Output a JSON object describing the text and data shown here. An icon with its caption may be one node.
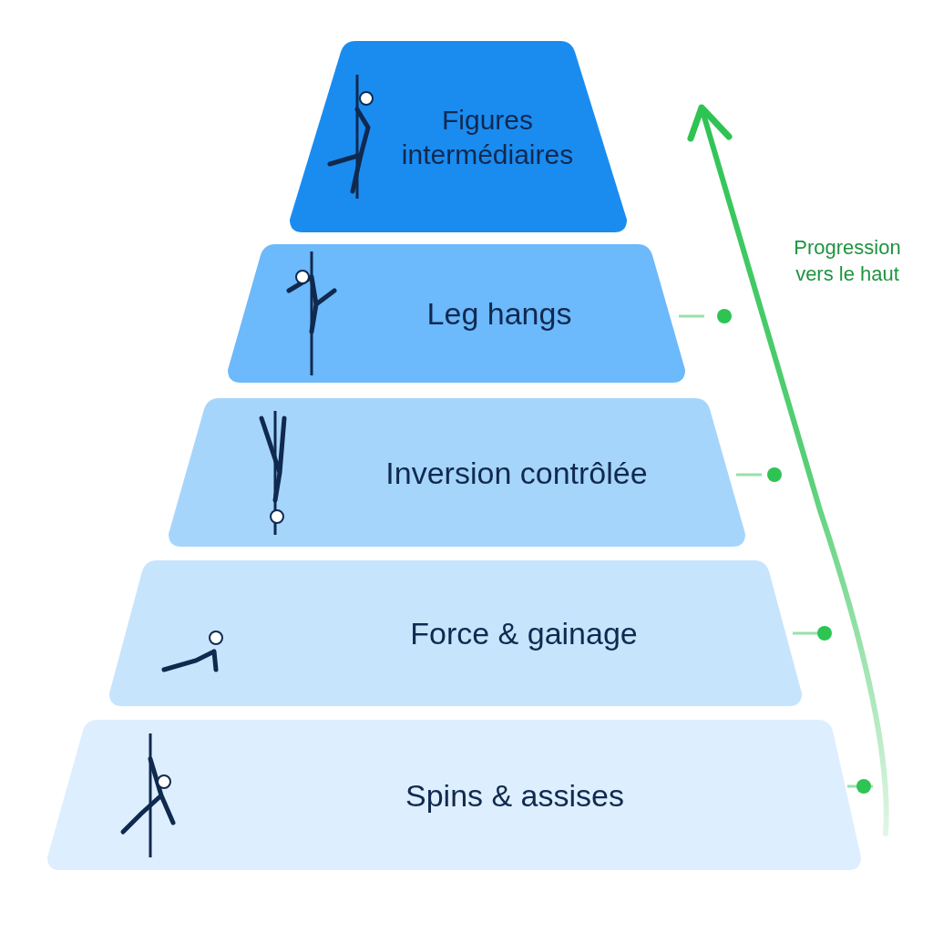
{
  "diagram": {
    "nodes": [
      {
        "text": [
          "Figures intermédiaires"
        ]
      },
      {
        "text": [
          "Leg hangs"
        ]
      },
      {
        "text": [
          "Inversion contrôlée"
        ]
      },
      {
        "text": [
          "Force & gainage"
        ]
      },
      {
        "text": [
          "Spins & assises"
        ]
      }
    ],
    "labels": [
      "Progression vers le haut"
    ]
  }
}
